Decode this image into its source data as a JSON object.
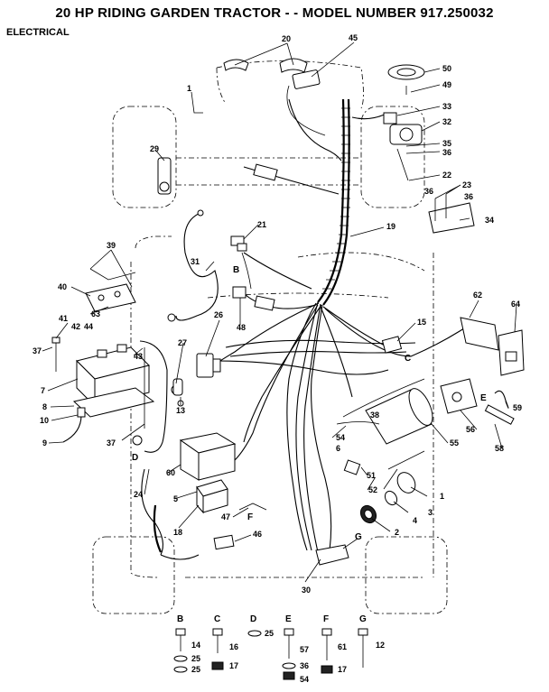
{
  "header": {
    "title": "20 HP RIDING GARDEN TRACTOR - - MODEL NUMBER 917.250032",
    "section": "ELECTRICAL"
  },
  "callouts": [
    {
      "id": "c20",
      "text": "20"
    },
    {
      "id": "c45",
      "text": "45"
    },
    {
      "id": "c50",
      "text": "50"
    },
    {
      "id": "c49",
      "text": "49"
    },
    {
      "id": "c1a",
      "text": "1"
    },
    {
      "id": "c33",
      "text": "33"
    },
    {
      "id": "c32",
      "text": "32"
    },
    {
      "id": "c35",
      "text": "35"
    },
    {
      "id": "c36a",
      "text": "36"
    },
    {
      "id": "c29",
      "text": "29"
    },
    {
      "id": "c22",
      "text": "22"
    },
    {
      "id": "c23",
      "text": "23"
    },
    {
      "id": "c36b",
      "text": "36"
    },
    {
      "id": "c36c",
      "text": "36"
    },
    {
      "id": "c34",
      "text": "34"
    },
    {
      "id": "c21",
      "text": "21"
    },
    {
      "id": "c19",
      "text": "19"
    },
    {
      "id": "c39",
      "text": "39"
    },
    {
      "id": "c31",
      "text": "31"
    },
    {
      "id": "c40",
      "text": "40"
    },
    {
      "id": "c63",
      "text": "63"
    },
    {
      "id": "c48",
      "text": "48"
    },
    {
      "id": "c62",
      "text": "62"
    },
    {
      "id": "c64",
      "text": "64"
    },
    {
      "id": "c41",
      "text": "41"
    },
    {
      "id": "c42",
      "text": "42"
    },
    {
      "id": "c44",
      "text": "44"
    },
    {
      "id": "c26",
      "text": "26"
    },
    {
      "id": "c15",
      "text": "15"
    },
    {
      "id": "c37a",
      "text": "37"
    },
    {
      "id": "c43",
      "text": "43"
    },
    {
      "id": "c27",
      "text": "27"
    },
    {
      "id": "c7",
      "text": "7"
    },
    {
      "id": "c8",
      "text": "8"
    },
    {
      "id": "c13",
      "text": "13"
    },
    {
      "id": "c59",
      "text": "59"
    },
    {
      "id": "c10",
      "text": "10"
    },
    {
      "id": "c38",
      "text": "38"
    },
    {
      "id": "c56",
      "text": "56"
    },
    {
      "id": "c9",
      "text": "9"
    },
    {
      "id": "c37b",
      "text": "37"
    },
    {
      "id": "c54a",
      "text": "54"
    },
    {
      "id": "c55",
      "text": "55"
    },
    {
      "id": "c58",
      "text": "58"
    },
    {
      "id": "c6",
      "text": "6"
    },
    {
      "id": "c60",
      "text": "60"
    },
    {
      "id": "c51",
      "text": "51"
    },
    {
      "id": "c24",
      "text": "24"
    },
    {
      "id": "c52",
      "text": "52"
    },
    {
      "id": "c5",
      "text": "5"
    },
    {
      "id": "c1b",
      "text": "1"
    },
    {
      "id": "c3",
      "text": "3"
    },
    {
      "id": "c47",
      "text": "47"
    },
    {
      "id": "c4",
      "text": "4"
    },
    {
      "id": "c18",
      "text": "18"
    },
    {
      "id": "c2",
      "text": "2"
    },
    {
      "id": "c46",
      "text": "46"
    },
    {
      "id": "c30",
      "text": "30"
    }
  ],
  "letters": [
    {
      "id": "lB",
      "text": "B"
    },
    {
      "id": "lC",
      "text": "C"
    },
    {
      "id": "lD",
      "text": "D"
    },
    {
      "id": "lE",
      "text": "E"
    },
    {
      "id": "lF",
      "text": "F"
    },
    {
      "id": "lG",
      "text": "G"
    }
  ],
  "hardware_key": [
    {
      "letter": "B",
      "parts": [
        "14",
        "25",
        "25"
      ]
    },
    {
      "letter": "C",
      "parts": [
        "16",
        "17"
      ]
    },
    {
      "letter": "D",
      "parts": [
        "25"
      ]
    },
    {
      "letter": "E",
      "parts": [
        "57",
        "36",
        "54"
      ]
    },
    {
      "letter": "F",
      "parts": [
        "61",
        "17"
      ]
    },
    {
      "letter": "G",
      "parts": [
        "12"
      ]
    }
  ]
}
